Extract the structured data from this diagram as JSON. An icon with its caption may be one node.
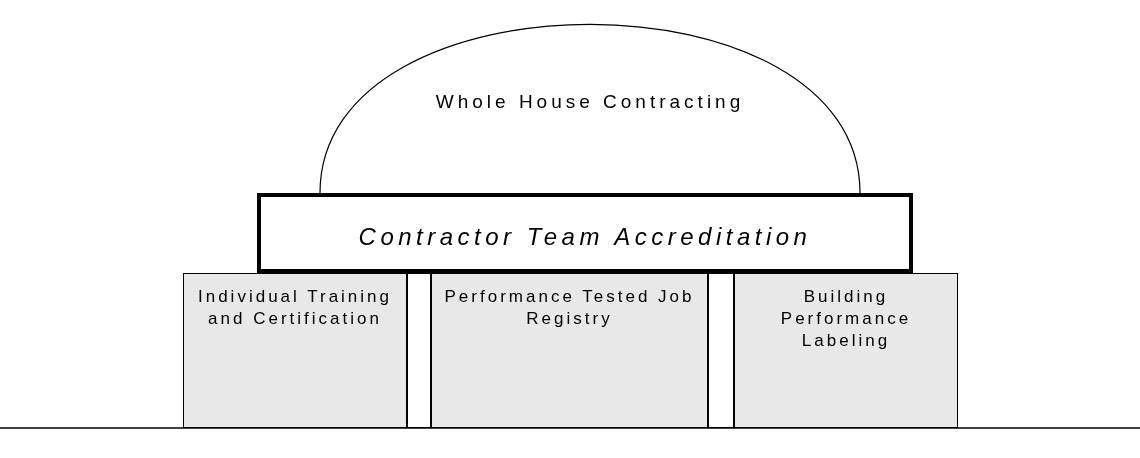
{
  "diagram": {
    "nodes": [
      {
        "text": [
          "Whole House Contracting"
        ]
      },
      {
        "text": [
          "Contractor Team Accreditation"
        ]
      },
      {
        "text": [
          "Individual Training and Certification"
        ]
      },
      {
        "text": [],
        "shape": "bar"
      },
      {
        "text": [
          "Performance Tested Job Registry"
        ]
      },
      {
        "text": [],
        "shape": "bar"
      },
      {
        "text": [
          "Building Performance Labeling"
        ]
      }
    ]
  }
}
